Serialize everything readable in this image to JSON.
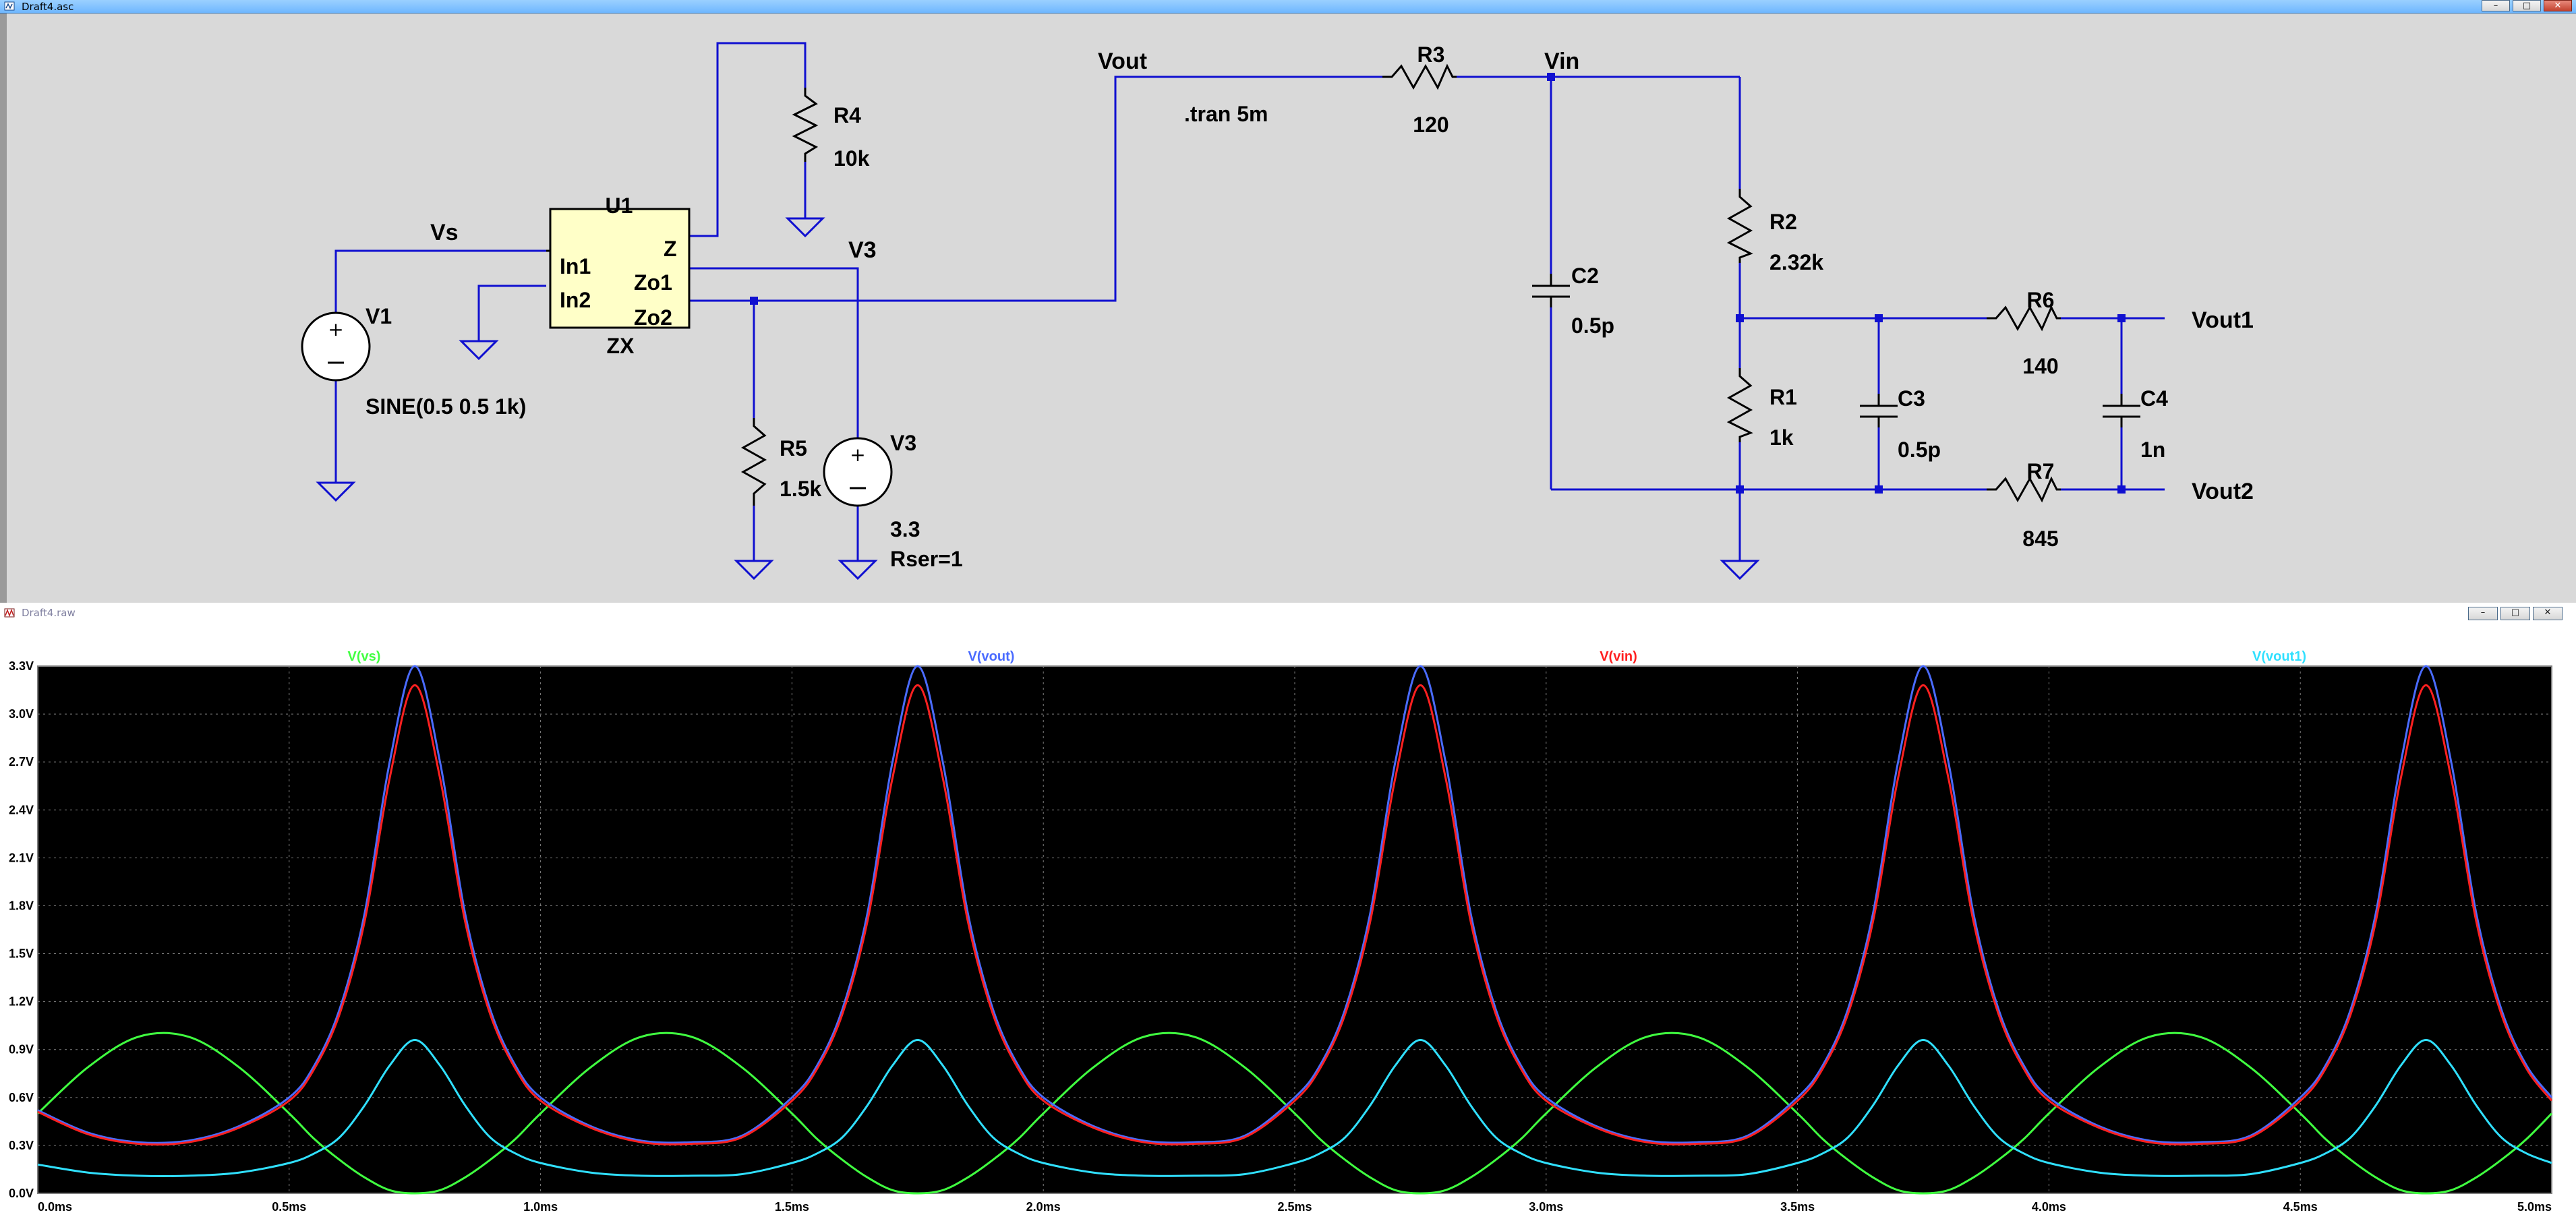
{
  "schematic_window": {
    "title": "Draft4.asc"
  },
  "waveform_window": {
    "title": "Draft4.raw"
  },
  "window_buttons": {
    "minimize": "–",
    "maximize": "□",
    "close": "✕"
  },
  "schematic": {
    "nets": {
      "vs": "Vs",
      "vout": "Vout",
      "vin": "Vin",
      "v3": "V3",
      "vout1": "Vout1",
      "vout2": "Vout2"
    },
    "directive": ".tran 5m",
    "u1": {
      "name": "U1",
      "pins": {
        "in1": "In1",
        "in2": "In2",
        "z": "Z",
        "zo1": "Zo1",
        "zo2": "Zo2"
      },
      "model": "ZX"
    },
    "v1": {
      "name": "V1",
      "value": "SINE(0.5 0.5 1k)"
    },
    "v3": {
      "name": "V3",
      "value": "3.3",
      "rser": "Rser=1"
    },
    "r1": {
      "name": "R1",
      "value": "1k"
    },
    "r2": {
      "name": "R2",
      "value": "2.32k"
    },
    "r3": {
      "name": "R3",
      "value": "120"
    },
    "r4": {
      "name": "R4",
      "value": "10k"
    },
    "r5": {
      "name": "R5",
      "value": "1.5k"
    },
    "r6": {
      "name": "R6",
      "value": "140"
    },
    "r7": {
      "name": "R7",
      "value": "845"
    },
    "c2": {
      "name": "C2",
      "value": "0.5p"
    },
    "c3": {
      "name": "C3",
      "value": "0.5p"
    },
    "c4": {
      "name": "C4",
      "value": "1n"
    }
  },
  "colors": {
    "wire": "#1010d0",
    "plot_bg": "#000000",
    "grid": "#808080",
    "vs": "#40ff40",
    "vout": "#4a6bff",
    "vin": "#ff2020",
    "vout1": "#30e0ff"
  },
  "chart_data": {
    "type": "line",
    "title": "",
    "xlabel": "",
    "ylabel": "",
    "x_ticks": [
      "0.0ms",
      "0.5ms",
      "1.0ms",
      "1.5ms",
      "2.0ms",
      "2.5ms",
      "3.0ms",
      "3.5ms",
      "4.0ms",
      "4.5ms",
      "5.0ms"
    ],
    "y_ticks": [
      "0.0V",
      "0.3V",
      "0.6V",
      "0.9V",
      "1.2V",
      "1.5V",
      "1.8V",
      "2.1V",
      "2.4V",
      "2.7V",
      "3.0V",
      "3.3V"
    ],
    "xlim": [
      0,
      5
    ],
    "ylim": [
      0,
      3.3
    ],
    "grid": true,
    "legend": "top",
    "x": [
      0,
      0.1,
      0.2,
      0.3,
      0.4,
      0.5,
      0.55,
      0.6,
      0.65,
      0.7,
      0.75,
      0.8,
      0.85,
      0.9,
      0.95,
      1.0,
      1.1,
      1.2,
      1.3,
      1.4,
      1.5,
      1.55,
      1.6,
      1.65,
      1.7,
      1.75,
      1.8,
      1.85,
      1.9,
      1.95,
      2.0,
      2.1,
      2.2,
      2.3,
      2.4,
      2.5,
      2.55,
      2.6,
      2.65,
      2.7,
      2.75,
      2.8,
      2.85,
      2.9,
      2.95,
      3.0,
      3.1,
      3.2,
      3.3,
      3.4,
      3.5,
      3.55,
      3.6,
      3.65,
      3.7,
      3.75,
      3.8,
      3.85,
      3.9,
      3.95,
      4.0,
      4.1,
      4.2,
      4.3,
      4.4,
      4.5,
      4.55,
      4.6,
      4.65,
      4.7,
      4.75,
      4.8,
      4.85,
      4.9,
      4.95,
      5.0
    ],
    "series": [
      {
        "name": "V(vs)",
        "color": "#40ff40",
        "values": [
          0.5,
          0.79,
          0.98,
          0.98,
          0.79,
          0.5,
          0.34,
          0.21,
          0.1,
          0.02,
          0.0,
          0.02,
          0.1,
          0.21,
          0.34,
          0.5,
          0.79,
          0.98,
          0.98,
          0.79,
          0.5,
          0.34,
          0.21,
          0.1,
          0.02,
          0.0,
          0.02,
          0.1,
          0.21,
          0.34,
          0.5,
          0.79,
          0.98,
          0.98,
          0.79,
          0.5,
          0.34,
          0.21,
          0.1,
          0.02,
          0.0,
          0.02,
          0.1,
          0.21,
          0.34,
          0.5,
          0.79,
          0.98,
          0.98,
          0.79,
          0.5,
          0.34,
          0.21,
          0.1,
          0.02,
          0.0,
          0.02,
          0.1,
          0.21,
          0.34,
          0.5,
          0.79,
          0.98,
          0.98,
          0.79,
          0.5,
          0.34,
          0.21,
          0.1,
          0.02,
          0.0,
          0.02,
          0.1,
          0.21,
          0.34,
          0.5
        ]
      },
      {
        "name": "V(vout)",
        "color": "#4a6bff",
        "values": [
          0.52,
          0.38,
          0.32,
          0.33,
          0.42,
          0.6,
          0.8,
          1.15,
          1.75,
          2.7,
          3.3,
          2.7,
          1.75,
          1.15,
          0.8,
          0.6,
          0.42,
          0.33,
          0.32,
          0.36,
          0.6,
          0.8,
          1.15,
          1.75,
          2.7,
          3.3,
          2.7,
          1.75,
          1.15,
          0.8,
          0.6,
          0.42,
          0.33,
          0.32,
          0.36,
          0.6,
          0.8,
          1.15,
          1.75,
          2.7,
          3.3,
          2.7,
          1.75,
          1.15,
          0.8,
          0.6,
          0.42,
          0.33,
          0.32,
          0.36,
          0.6,
          0.8,
          1.15,
          1.75,
          2.7,
          3.3,
          2.7,
          1.75,
          1.15,
          0.8,
          0.6,
          0.42,
          0.33,
          0.32,
          0.36,
          0.6,
          0.8,
          1.15,
          1.75,
          2.7,
          3.3,
          2.7,
          1.75,
          1.15,
          0.8,
          0.6
        ]
      },
      {
        "name": "V(vin)",
        "color": "#ff2020",
        "values": [
          0.51,
          0.37,
          0.31,
          0.32,
          0.41,
          0.58,
          0.78,
          1.12,
          1.7,
          2.6,
          3.18,
          2.6,
          1.7,
          1.12,
          0.78,
          0.58,
          0.41,
          0.32,
          0.31,
          0.35,
          0.58,
          0.78,
          1.12,
          1.7,
          2.6,
          3.18,
          2.6,
          1.7,
          1.12,
          0.78,
          0.58,
          0.41,
          0.32,
          0.31,
          0.35,
          0.58,
          0.78,
          1.12,
          1.7,
          2.6,
          3.18,
          2.6,
          1.7,
          1.12,
          0.78,
          0.58,
          0.41,
          0.32,
          0.31,
          0.35,
          0.58,
          0.78,
          1.12,
          1.7,
          2.6,
          3.18,
          2.6,
          1.7,
          1.12,
          0.78,
          0.58,
          0.41,
          0.32,
          0.31,
          0.35,
          0.58,
          0.78,
          1.12,
          1.7,
          2.6,
          3.18,
          2.6,
          1.7,
          1.12,
          0.78,
          0.58
        ]
      },
      {
        "name": "V(vout1)",
        "color": "#30e0ff",
        "values": [
          0.18,
          0.13,
          0.11,
          0.11,
          0.13,
          0.19,
          0.25,
          0.35,
          0.55,
          0.8,
          0.96,
          0.8,
          0.55,
          0.35,
          0.25,
          0.19,
          0.13,
          0.11,
          0.11,
          0.12,
          0.19,
          0.25,
          0.35,
          0.55,
          0.8,
          0.96,
          0.8,
          0.55,
          0.35,
          0.25,
          0.19,
          0.13,
          0.11,
          0.11,
          0.12,
          0.19,
          0.25,
          0.35,
          0.55,
          0.8,
          0.96,
          0.8,
          0.55,
          0.35,
          0.25,
          0.19,
          0.13,
          0.11,
          0.11,
          0.12,
          0.19,
          0.25,
          0.35,
          0.55,
          0.8,
          0.96,
          0.8,
          0.55,
          0.35,
          0.25,
          0.19,
          0.13,
          0.11,
          0.11,
          0.12,
          0.19,
          0.25,
          0.35,
          0.55,
          0.8,
          0.96,
          0.8,
          0.55,
          0.35,
          0.25,
          0.19
        ]
      }
    ]
  }
}
